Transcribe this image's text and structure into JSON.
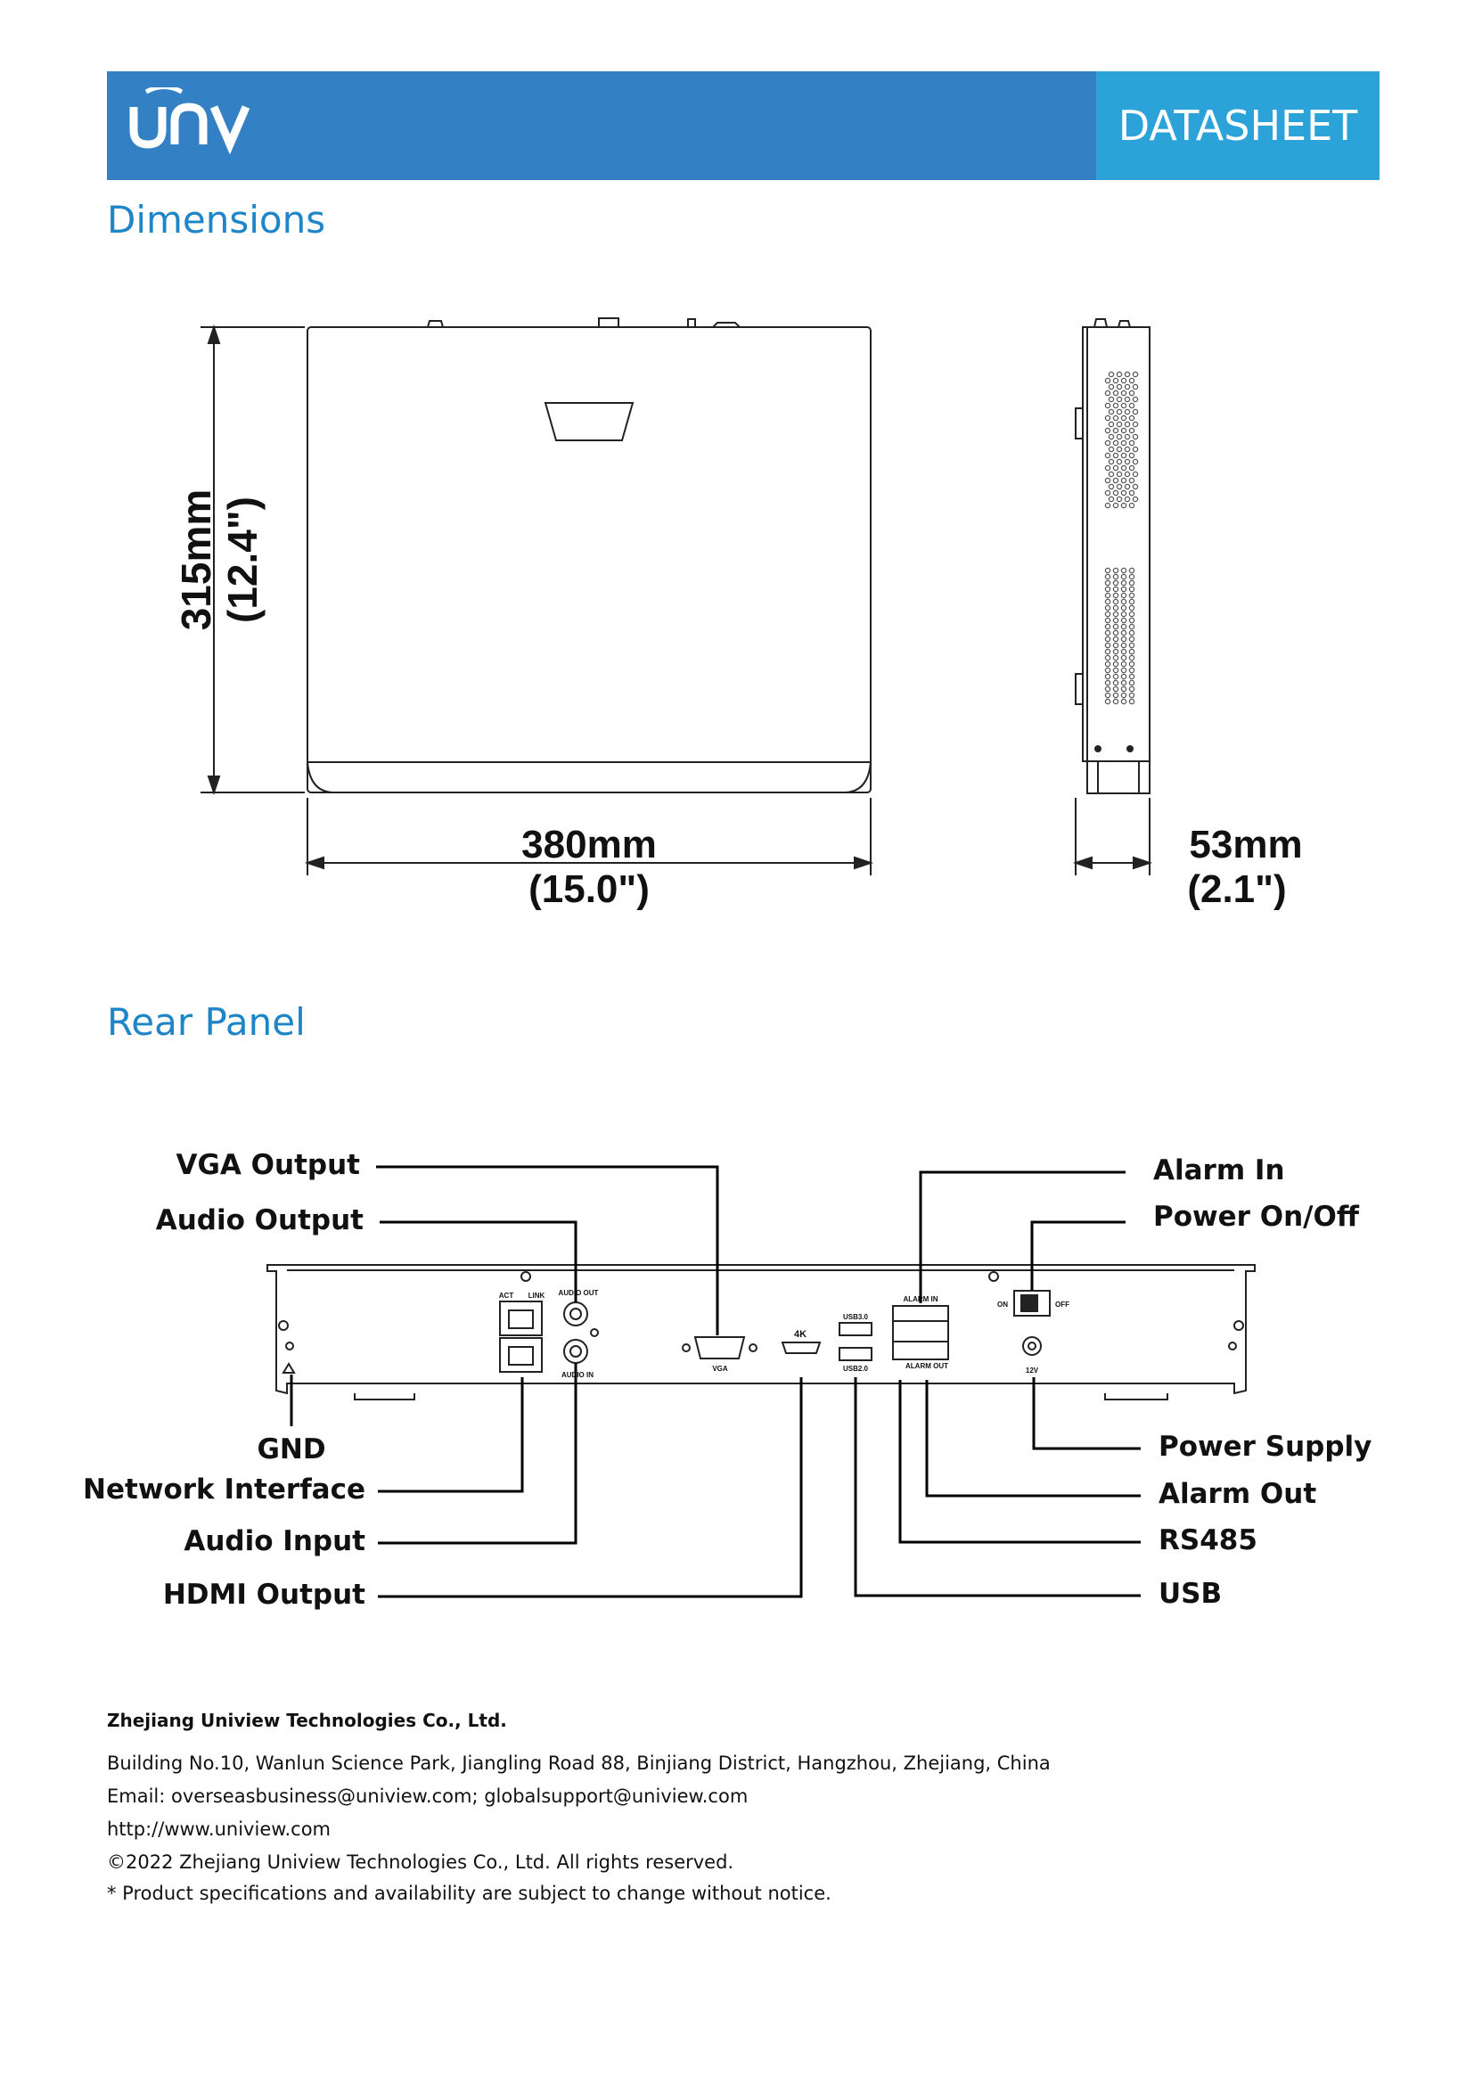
{
  "header": {
    "logo_text": "UNV",
    "badge": "DATASHEET",
    "bar_color": "#3380c4",
    "badge_color": "#2ba3d9"
  },
  "sections": {
    "dimensions": "Dimensions",
    "rear_panel": "Rear Panel"
  },
  "dimensions": {
    "height_mm": "315mm",
    "height_in": "(12.4\")",
    "width_mm": "380mm",
    "width_in": "(15.0\")",
    "depth_mm": "53mm",
    "depth_in": "(2.1\")"
  },
  "rear_labels": {
    "vga_output": "VGA Output",
    "audio_output": "Audio Output",
    "alarm_in": "Alarm In",
    "power_on_off": "Power On/Off",
    "gnd": "GND",
    "network_interface": "Network Interface",
    "audio_input": "Audio Input",
    "hdmi_output": "HDMI Output",
    "power_supply": "Power Supply",
    "alarm_out": "Alarm Out",
    "rs485": "RS485",
    "usb": "USB"
  },
  "panel_marks": {
    "vga": "VGA",
    "hdmi_4k": "4K",
    "audio_out": "AUDIO OUT",
    "audio_in": "AUDIO IN",
    "alarm_in": "ALARM IN",
    "alarm_out": "ALARM OUT",
    "on": "ON",
    "off": "OFF",
    "v12": "12V",
    "usb3": "USB3.0",
    "usb2": "USB2.0",
    "act": "ACT",
    "link": "LINK"
  },
  "footer": {
    "company": "Zhejiang Uniview Technologies Co., Ltd.",
    "address": "Building No.10, Wanlun Science Park, Jiangling Road 88, Binjiang District, Hangzhou, Zhejiang, China",
    "email": "Email: overseasbusiness@uniview.com; globalsupport@uniview.com",
    "website": "http://www.uniview.com",
    "copyright": "©2022 Zhejiang Uniview Technologies Co., Ltd. All rights reserved.",
    "disclaimer": "*  Product specifications and availability are subject to change without notice."
  }
}
